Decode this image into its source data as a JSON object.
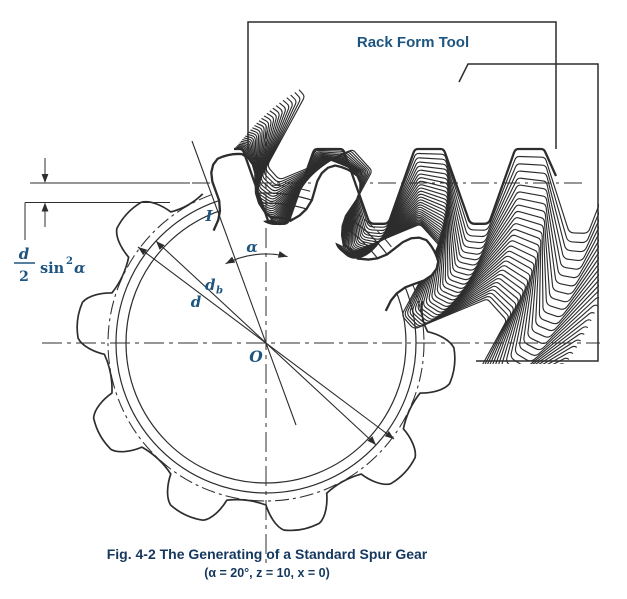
{
  "figure": {
    "caption_line1": "Fig. 4-2  The Generating of a Standard Spur Gear",
    "caption_line2": "(α = 20°, z = 10, x = 0)"
  },
  "tool": {
    "label": "Rack Form Tool"
  },
  "labels": {
    "pressure_angle": "α",
    "pitch_diameter_symbol": "d",
    "base_diameter_symbol": "d",
    "base_subscript": "b",
    "center_point": "O",
    "interference_point": "I"
  },
  "formula": {
    "numerator": "d",
    "denominator": "2",
    "func": "sin",
    "exponent": "2",
    "angle": "α"
  },
  "diagram": {
    "pressure_angle_deg": 20,
    "teeth": 10,
    "profile_shift": 0
  },
  "colors": {
    "background": "#ffffff",
    "ink": "#2d2d2d",
    "label_blue": "#1e5580",
    "caption_navy": "#15375e"
  }
}
